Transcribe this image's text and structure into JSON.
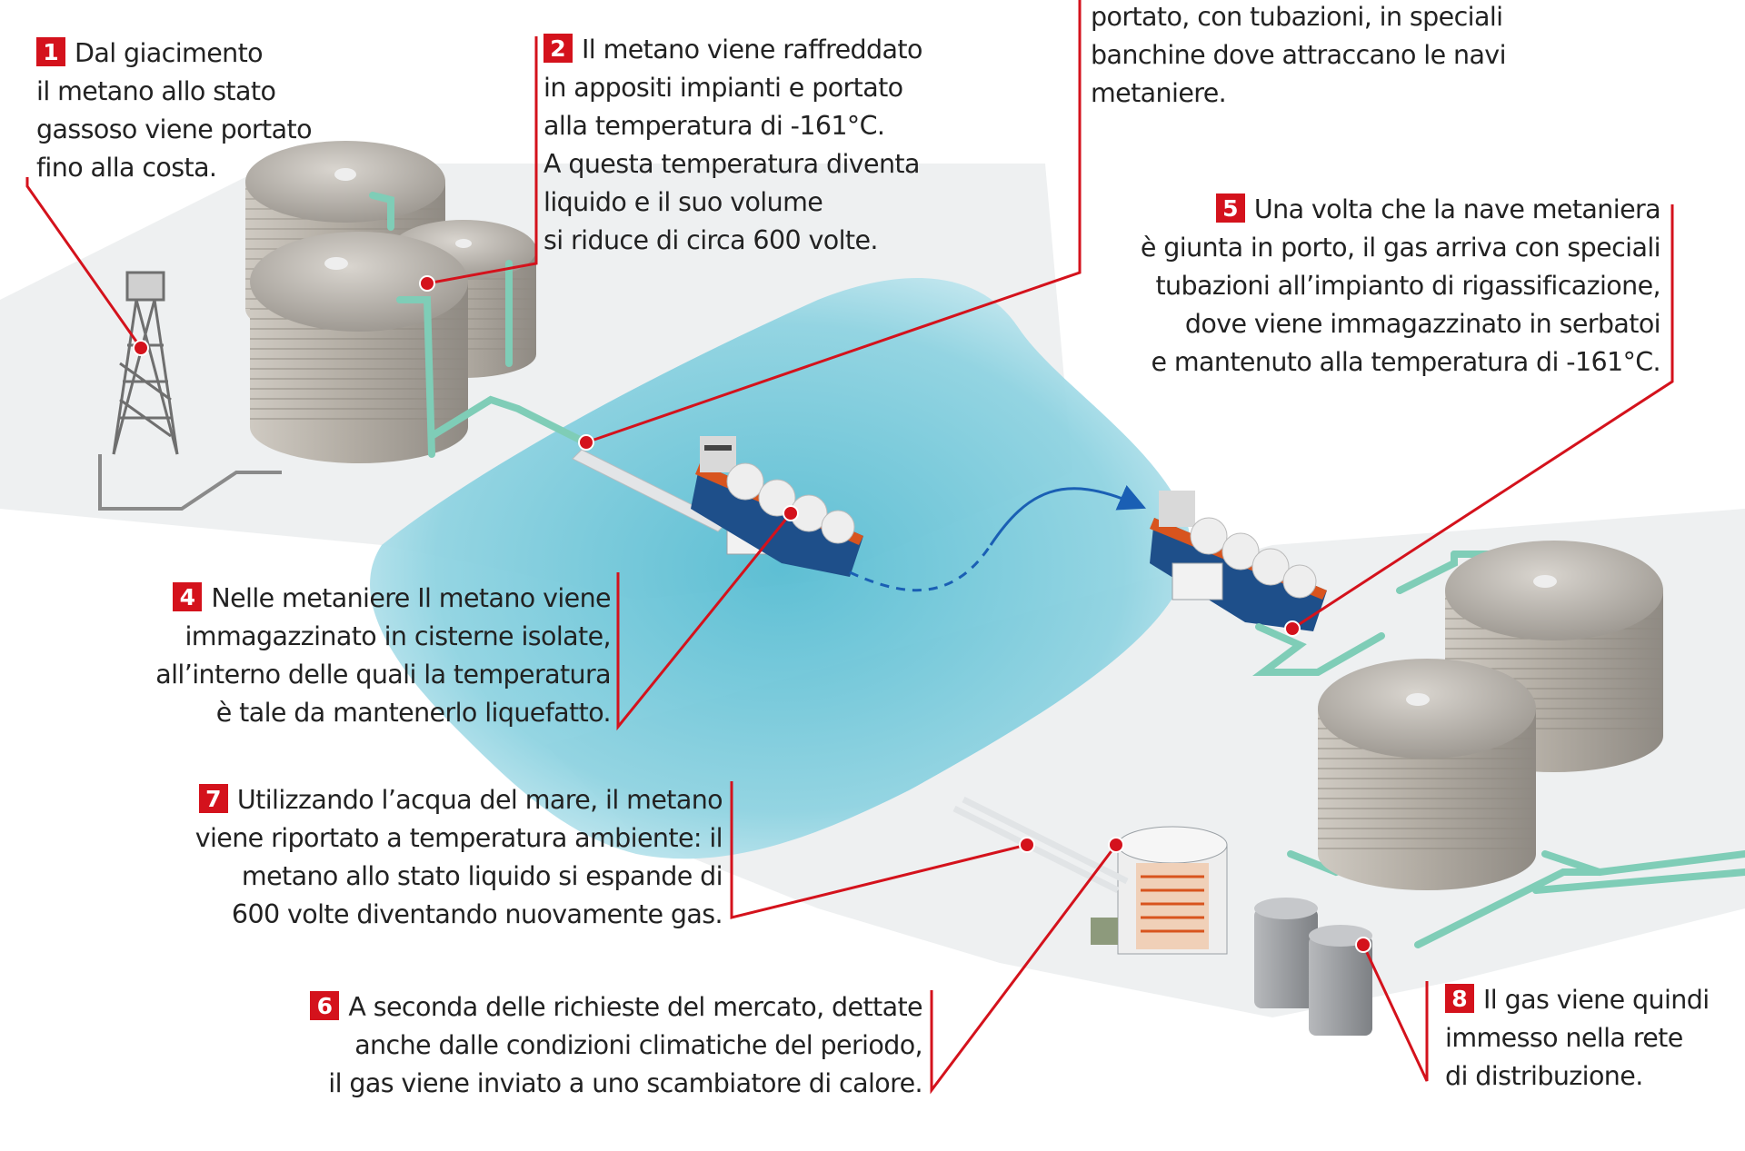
{
  "captions": {
    "c1": {
      "num": "1",
      "lines": [
        "Dal giacimento",
        "il metano allo stato",
        "gassoso viene portato",
        "fino alla costa."
      ]
    },
    "c2": {
      "num": "2",
      "lines": [
        "Il metano viene raffreddato",
        "in appositi impianti e portato",
        "alla temperatura di -161°C.",
        "A questa temperatura diventa",
        "liquido e il suo volume",
        "si riduce di circa 600 volte."
      ]
    },
    "c3": {
      "lines": [
        "portato, con tubazioni, in speciali",
        "banchine dove attraccano le navi",
        "metaniere."
      ]
    },
    "c4": {
      "num": "4",
      "lines": [
        "Nelle metaniere Il metano viene",
        "immagazzinato in cisterne isolate,",
        "all’interno delle quali la temperatura",
        "è tale da mantenerlo liquefatto."
      ]
    },
    "c5": {
      "num": "5",
      "lines": [
        "Una volta che la nave metaniera",
        "è giunta in porto, il gas arriva con speciali",
        "tubazioni all’impianto di rigassificazione,",
        "dove viene immagazzinato in serbatoi",
        "e mantenuto alla temperatura di -161°C."
      ]
    },
    "c6": {
      "num": "6",
      "lines": [
        "A seconda delle richieste del mercato, dettate",
        "anche dalle condizioni climatiche del periodo,",
        "il gas viene inviato a uno scambiatore di calore."
      ]
    },
    "c7": {
      "num": "7",
      "lines": [
        "Utilizzando l’acqua del mare, il metano",
        "viene riportato a temperatura ambiente: il",
        "metano allo stato liquido si espande di",
        "600 volte diventando nuovamente gas."
      ]
    },
    "c8": {
      "num": "8",
      "lines": [
        "Il gas viene quindi",
        "immesso nella rete",
        "di distribuzione."
      ]
    }
  },
  "colors": {
    "accent_red": "#d4121c",
    "sea": "#6cc6d8",
    "pipe": "#7fcdb7",
    "tank": "#a9a49c",
    "ship_hull": "#1e4f8a",
    "ship_deck": "#d8541e",
    "arrow": "#1a5fb4"
  }
}
